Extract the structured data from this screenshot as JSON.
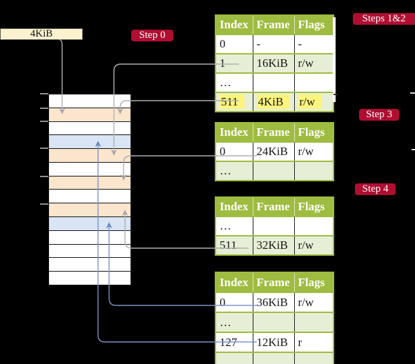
{
  "colors": {
    "background": "#000000",
    "table_header_green": "#9ebc3f",
    "table_stripe_green": "#e6eed6",
    "highlight_yellow": "#fdf47d",
    "frame_orange": "#fbe5cd",
    "frame_blue": "#d9e4f4",
    "step_label_red": "#b00e31",
    "frame_size_box_cream": "#fdf2d0",
    "arrow_gray": "#aeb0b3",
    "arrow_blue": "#7b95c8"
  },
  "frame_size_box": {
    "label": "4KiB"
  },
  "step_labels": {
    "step0": "Step 0",
    "steps12": "Steps 1&2",
    "step3": "Step 3",
    "step4": "Step 4"
  },
  "memory_column": {
    "frames": [
      "white",
      "orange",
      "white",
      "blue",
      "orange",
      "white",
      "orange",
      "white",
      "orange",
      "blue",
      "white",
      "white",
      "white",
      "white"
    ]
  },
  "tables": [
    {
      "id": "table-1",
      "headers": [
        "Index",
        "Frame",
        "Flags"
      ],
      "rows": [
        {
          "cells": [
            "0",
            "-",
            "-"
          ]
        },
        {
          "cells": [
            "1",
            "16KiB",
            "r/w"
          ]
        },
        {
          "cells": [
            "…",
            "",
            ""
          ]
        },
        {
          "cells": [
            "511",
            "4KiB",
            "r/w"
          ],
          "highlight": true
        }
      ]
    },
    {
      "id": "table-2",
      "headers": [
        "Index",
        "Frame",
        "Flags"
      ],
      "rows": [
        {
          "cells": [
            "0",
            "24KiB",
            "r/w"
          ]
        },
        {
          "cells": [
            "…",
            "",
            ""
          ]
        }
      ]
    },
    {
      "id": "table-3",
      "headers": [
        "Index",
        "Frame",
        "Flags"
      ],
      "rows": [
        {
          "cells": [
            "…",
            "",
            ""
          ]
        },
        {
          "cells": [
            "511",
            "32KiB",
            "r/w"
          ]
        }
      ]
    },
    {
      "id": "table-4",
      "headers": [
        "Index",
        "Frame",
        "Flags"
      ],
      "rows": [
        {
          "cells": [
            "0",
            "36KiB",
            "r/w"
          ]
        },
        {
          "cells": [
            "…",
            "",
            ""
          ]
        },
        {
          "cells": [
            "127",
            "12KiB",
            "r"
          ]
        },
        {
          "cells": [
            "…",
            "",
            ""
          ]
        }
      ]
    }
  ]
}
